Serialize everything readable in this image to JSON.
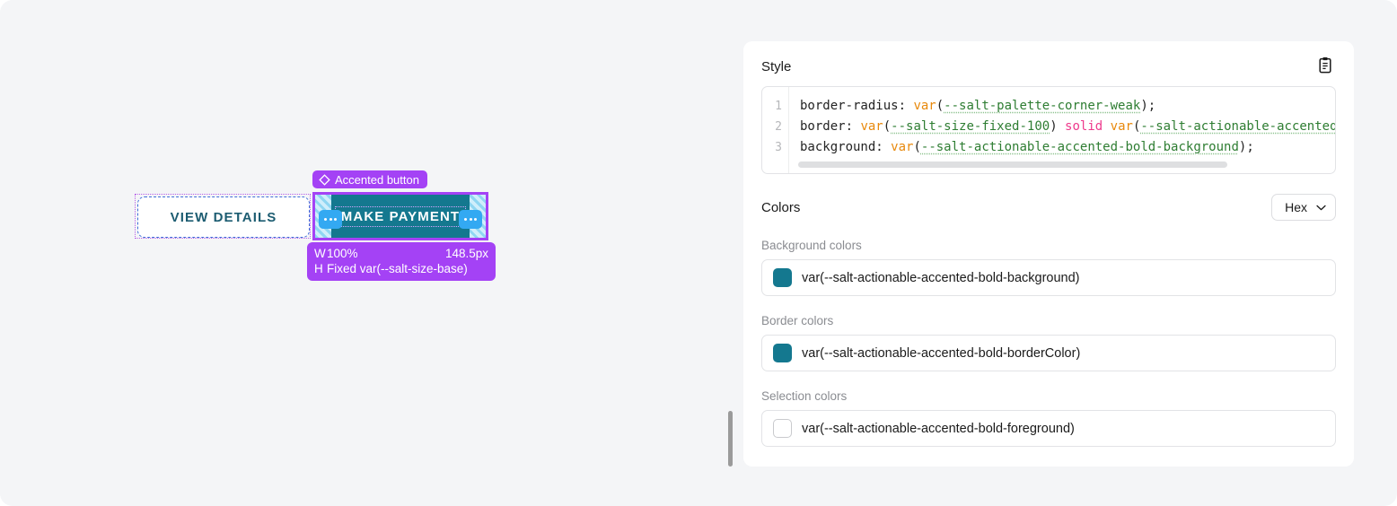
{
  "canvas": {
    "selection_badge": {
      "icon": "diamond-icon",
      "label": "Accented button",
      "color": "#a442f5"
    },
    "buttons": [
      {
        "name": "view-details",
        "label": "VIEW DETAILS",
        "style": "secondary",
        "text_color": "#1c5c71"
      },
      {
        "name": "make-payment",
        "label": "MAKE PAYMENT",
        "style": "primary-accented",
        "background": "#14788f",
        "text_color": "#ffffff"
      }
    ],
    "dimension_tooltip": {
      "width_key": "W",
      "width_value": "100%",
      "width_computed": "148.5px",
      "height_key": "H",
      "height_value": "Fixed var(--salt-size-base)"
    },
    "padding_handles": {
      "left": "…",
      "right": "…"
    }
  },
  "panel": {
    "style_section": {
      "title": "Style",
      "copy_icon": "clipboard-icon",
      "code": {
        "line_numbers": [
          "1",
          "2",
          "3"
        ],
        "lines": [
          {
            "n": "1",
            "tokens": [
              {
                "t": "border-radius: ",
                "k": "plain"
              },
              {
                "t": "var",
                "k": "fn"
              },
              {
                "t": "(",
                "k": "plain"
              },
              {
                "t": "--salt-palette-corner-weak",
                "k": "var"
              },
              {
                "t": ");",
                "k": "plain"
              }
            ]
          },
          {
            "n": "2",
            "tokens": [
              {
                "t": "border: ",
                "k": "plain"
              },
              {
                "t": "var",
                "k": "fn"
              },
              {
                "t": "(",
                "k": "plain"
              },
              {
                "t": "--salt-size-fixed-100",
                "k": "var"
              },
              {
                "t": ") ",
                "k": "plain"
              },
              {
                "t": "solid",
                "k": "kw"
              },
              {
                "t": " ",
                "k": "plain"
              },
              {
                "t": "var",
                "k": "fn"
              },
              {
                "t": "(",
                "k": "plain"
              },
              {
                "t": "--salt-actionable-accented",
                "k": "var"
              }
            ]
          },
          {
            "n": "3",
            "tokens": [
              {
                "t": "background: ",
                "k": "plain"
              },
              {
                "t": "var",
                "k": "fn"
              },
              {
                "t": "(",
                "k": "plain"
              },
              {
                "t": "--salt-actionable-accented-bold-background",
                "k": "var"
              },
              {
                "t": ");",
                "k": "plain"
              }
            ]
          }
        ]
      }
    },
    "colors_section": {
      "title": "Colors",
      "format_select": {
        "value": "Hex",
        "icon": "chevron-down-icon"
      },
      "groups": [
        {
          "label": "Background colors",
          "rows": [
            {
              "swatch": "#14788f",
              "token": "var(--salt-actionable-accented-bold-background)"
            }
          ]
        },
        {
          "label": "Border colors",
          "rows": [
            {
              "swatch": "#14788f",
              "token": "var(--salt-actionable-accented-bold-borderColor)"
            }
          ]
        },
        {
          "label": "Selection colors",
          "rows": [
            {
              "swatch": "#ffffff",
              "token": "var(--salt-actionable-accented-bold-foreground)"
            }
          ]
        }
      ]
    }
  }
}
